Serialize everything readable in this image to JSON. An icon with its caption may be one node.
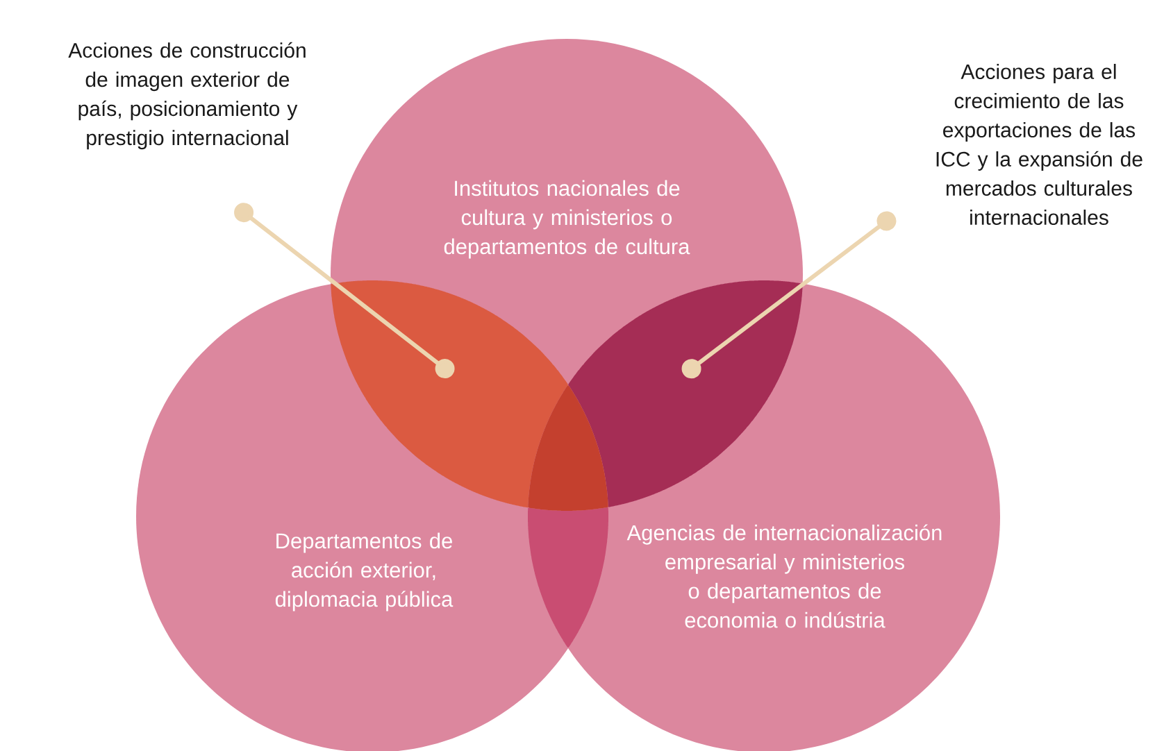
{
  "diagram": {
    "nodes": [
      {
        "text": [
          "Institutos nacionales de cultura y ministerios o departamentos de cultura"
        ]
      },
      {
        "text": [
          "Departamentos de acción exterior, diplomacia pública"
        ]
      },
      {
        "text": [
          "Agencias de internacionalización empresarial y ministerios o departamentos de economia o indústria"
        ]
      },
      {
        "text": [
          "Acciones de construcción de imagen exterior de país, posicionamiento y prestigio internacional"
        ]
      },
      {
        "text": [
          "Acciones para el crecimiento de las exportaciones de las ICC y la expansión de mercados culturales internacionales"
        ]
      },
      {
        "text": [],
        "shape": "lens"
      },
      {
        "text": [],
        "shape": "lens"
      },
      {
        "text": [],
        "shape": "lens"
      },
      {
        "text": [],
        "shape": "lens"
      }
    ],
    "edges": [
      {
        "from": 3,
        "to": 5,
        "arrow": "other",
        "color": "#ecd5b0"
      },
      {
        "from": 4,
        "to": 6,
        "arrow": "other",
        "color": "#ecd5b0"
      }
    ]
  }
}
